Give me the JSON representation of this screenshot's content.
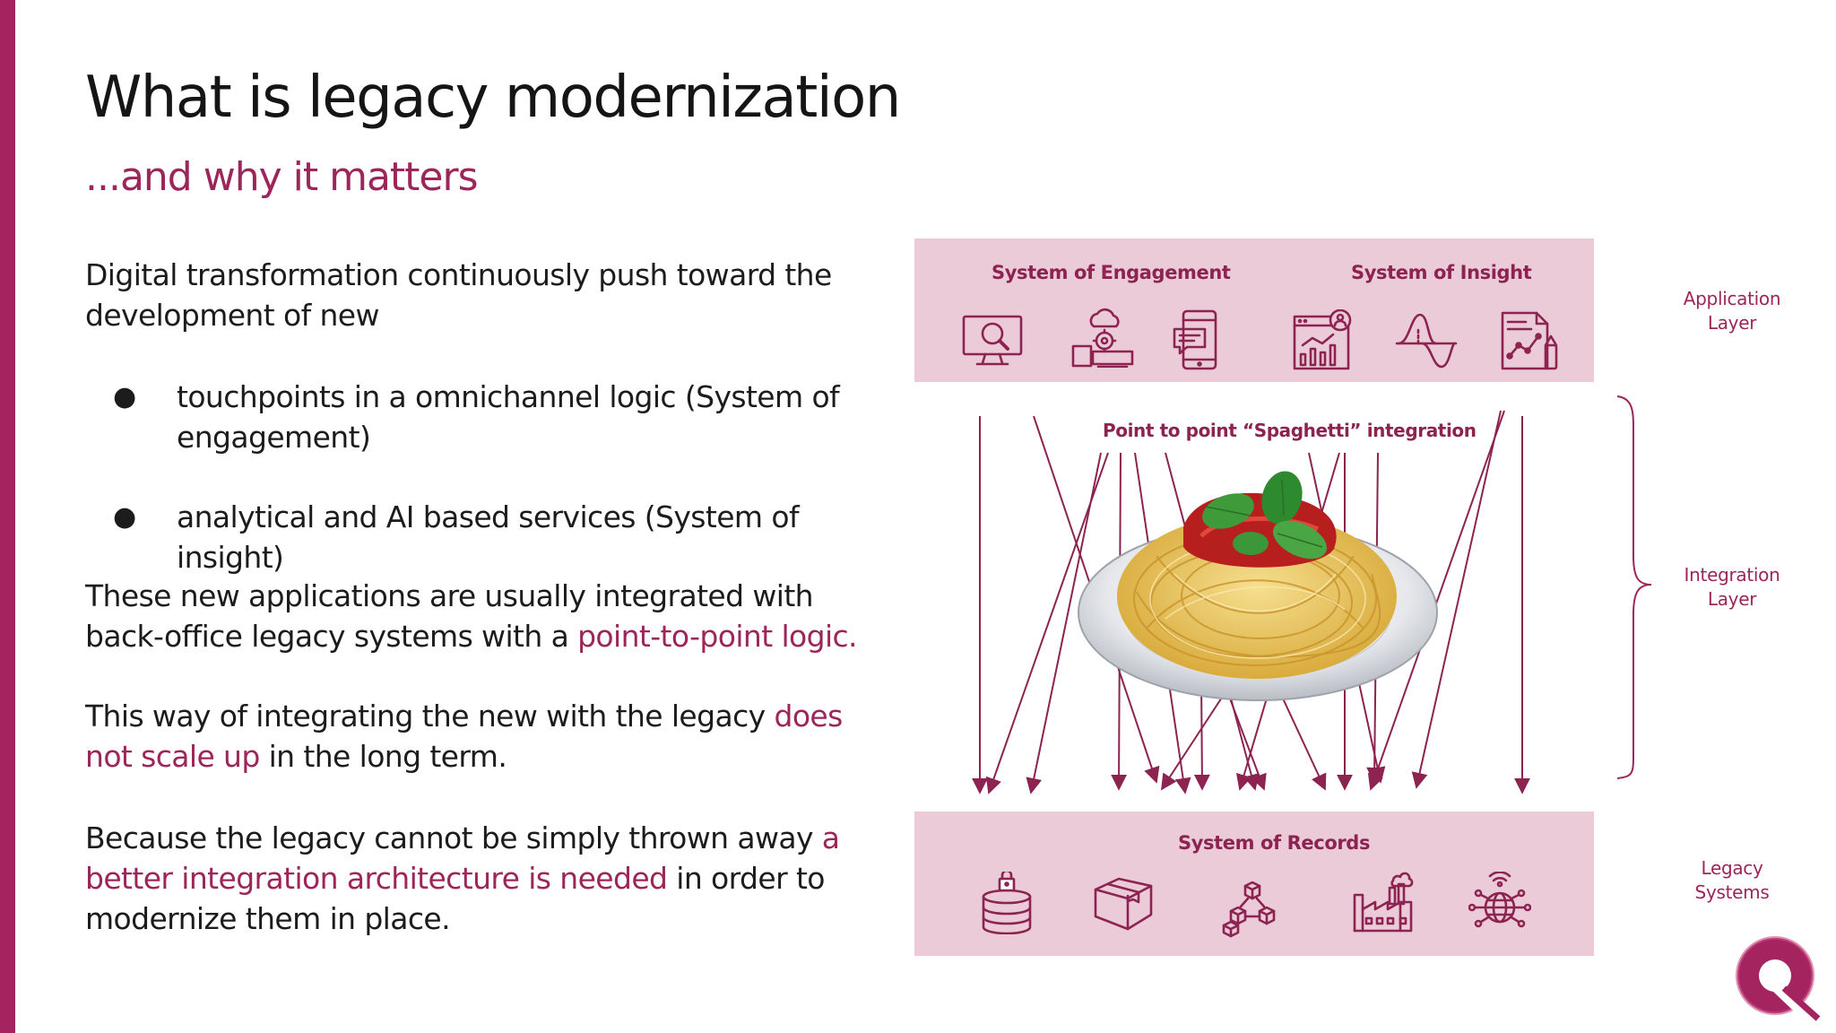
{
  "slide": {
    "title": "What is legacy modernization",
    "subtitle": "...and why it matters"
  },
  "content": {
    "intro": "Digital transformation continuously push toward the development of new",
    "bullets": [
      "touchpoints in a omnichannel logic (System of engagement)",
      "analytical and AI based services (System of insight)"
    ],
    "para2_start": "These new applications are usually integrated with back-office legacy systems with a ",
    "para2_highlight": "point-to-point logic.",
    "para3_start": "This way of integrating the new with the legacy ",
    "para3_highlight": "does not scale up",
    "para3_end": " in the long term.",
    "para4_start": "Because the legacy cannot be simply thrown away ",
    "para4_highlight": "a better integration architecture is needed",
    "para4_end": " in order to modernize them in place."
  },
  "diagram": {
    "engagement_label": "System of Engagement",
    "insight_label": "System of Insight",
    "integration_label": "Point to point “Spaghetti” integration",
    "records_label": "System of Records",
    "engagement_icons": [
      "monitor-search-icon",
      "cloud-gear-devices-icon",
      "mobile-chat-icon"
    ],
    "insight_icons": [
      "analytics-dashboard-icon",
      "bell-curve-icon",
      "report-chart-icon"
    ],
    "records_icons": [
      "locked-database-icon",
      "package-box-icon",
      "cubes-network-icon",
      "factory-icon",
      "global-network-icon"
    ],
    "layers": {
      "application_line1": "Application",
      "application_line2": "Layer",
      "integration_line1": "Integration",
      "integration_line2": "Layer",
      "legacy_line1": "Legacy",
      "legacy_line2": "Systems"
    },
    "colors": {
      "accent": "#9c2559",
      "band": "#eccbd9",
      "line": "#8c2350"
    }
  }
}
